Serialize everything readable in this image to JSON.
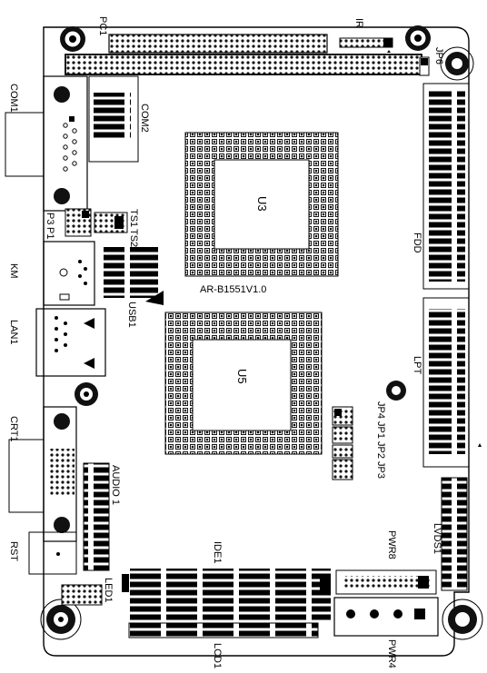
{
  "labels": {
    "pc1": "PC1",
    "ir": "IR",
    "jp6": "JP6",
    "com1": "COM1",
    "com2": "COM2",
    "u3": "U3",
    "fdd": "FDD",
    "p3": "P3",
    "p1": "P1",
    "ts1": "TS1",
    "ts2": "TS2",
    "km": "KM",
    "usb1": "USB1",
    "ar": "AR-B1551V1.0",
    "u5": "U5",
    "lpt": "LPT",
    "lan1": "LAN1",
    "jp4": "JP4",
    "jp1": "JP1",
    "jp2": "JP2",
    "jp3": "JP3",
    "crt1": "CRT1",
    "audio1": "AUDIO 1",
    "lvds1": "LVDS1",
    "rst": "RST",
    "ide1": "IDE1",
    "pwr8": "PWR8",
    "led1": "LED1",
    "lcd1": "LCD1",
    "pwr4": "PWR4"
  }
}
